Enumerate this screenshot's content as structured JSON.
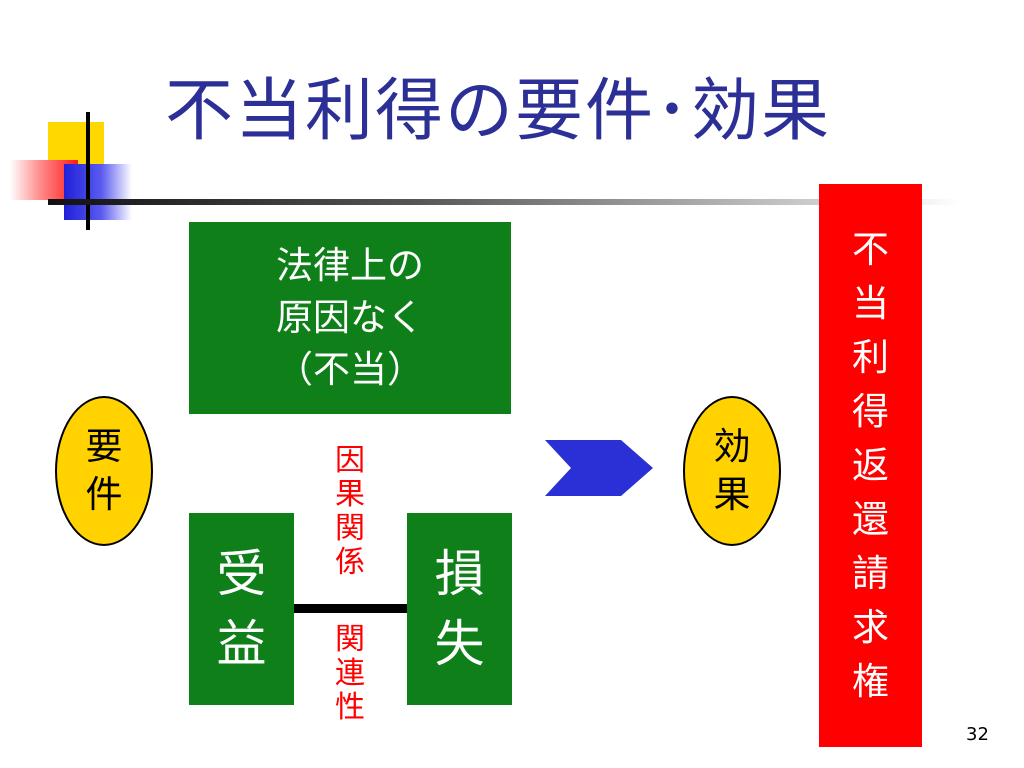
{
  "title": "不当利得の要件･効果",
  "requirements_label": "要件",
  "effects_label": "効果",
  "cause_box": {
    "lines": [
      "法律上の",
      "原因なく",
      "（不当）"
    ]
  },
  "benefit_label": "受益",
  "loss_label": "損失",
  "causal_label": "因果関係",
  "related_label": "関連性",
  "result_label": "不当利得返還請求権",
  "page_number": "32",
  "colors": {
    "title": "#2b2f96",
    "box_green": "#0f7f1a",
    "box_red": "#ff0000",
    "oval_fill": "#ffd200",
    "arrow": "#2a2fd6",
    "red_text": "#ff0000"
  }
}
